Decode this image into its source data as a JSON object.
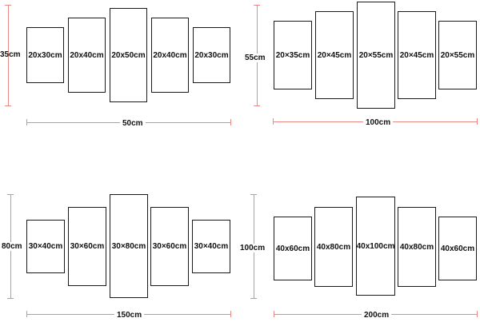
{
  "diagrams": [
    {
      "height_label": "35cm",
      "width_label": "50cm",
      "panels": [
        "20x30cm",
        "20x40cm",
        "20x50cm",
        "20x40cm",
        "20x30cm"
      ]
    },
    {
      "height_label": "55cm",
      "width_label": "100cm",
      "panels": [
        "20×35cm",
        "20×45cm",
        "20×55cm",
        "20×45cm",
        "20×55cm"
      ]
    },
    {
      "height_label": "80cm",
      "width_label": "150cm",
      "panels": [
        "30×40cm",
        "30×60cm",
        "30×80cm",
        "30×60cm",
        "30×40cm"
      ]
    },
    {
      "height_label": "100cm",
      "width_label": "200cm",
      "panels": [
        "40x60cm",
        "40x80cm",
        "40x100cm",
        "40x80cm",
        "40x60cm"
      ]
    }
  ],
  "colors": {
    "dimension_line": "#e58a84",
    "panel_border": "#1a1a1a"
  }
}
